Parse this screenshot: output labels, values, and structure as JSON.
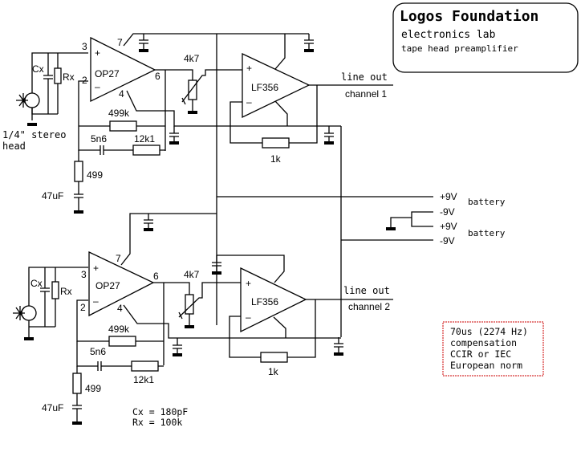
{
  "title_block": {
    "title": "Logos Foundation",
    "subtitle": "electronics lab",
    "description": "tape head preamplifier"
  },
  "input": {
    "head_label_1": "1/4\" stereo",
    "head_label_2": "head",
    "cx_label": "Cx",
    "rx_label": "Rx"
  },
  "channels": [
    {
      "opamp1": "OP27",
      "pin_plus": "3",
      "pin_minus": "2",
      "pin_out": "6",
      "pin_v_plus": "7",
      "pin_v_minus": "4",
      "r_feedback": "499k",
      "c_eq": "5n6",
      "r_eq": "12k1",
      "r_ground": "499",
      "c_ground": "47uF",
      "pot": "4k7",
      "opamp2": "LF356",
      "r_buffer": "1k",
      "out_label": "line out",
      "channel_label": "channel 1"
    },
    {
      "opamp1": "OP27",
      "pin_plus": "3",
      "pin_minus": "2",
      "pin_out": "6",
      "pin_v_plus": "7",
      "pin_v_minus": "4",
      "r_feedback": "499k",
      "c_eq": "5n6",
      "r_eq": "12k1",
      "r_ground": "499",
      "c_ground": "47uF",
      "pot": "4k7",
      "opamp2": "LF356",
      "r_buffer": "1k",
      "out_label": "line out",
      "channel_label": "channel 2"
    }
  ],
  "power": {
    "rail1": "+9V",
    "rail2": "-9V",
    "rail3": "+9V",
    "rail4": "-9V",
    "battery1": "battery",
    "battery2": "battery"
  },
  "component_values": {
    "cx": "Cx = 180pF",
    "rx": "Rx = 100k"
  },
  "note": {
    "line1": "70us (2274 Hz)",
    "line2": "compensation",
    "line3": "CCIR or IEC",
    "line4": "European norm",
    "border_color": "#cc0000"
  }
}
